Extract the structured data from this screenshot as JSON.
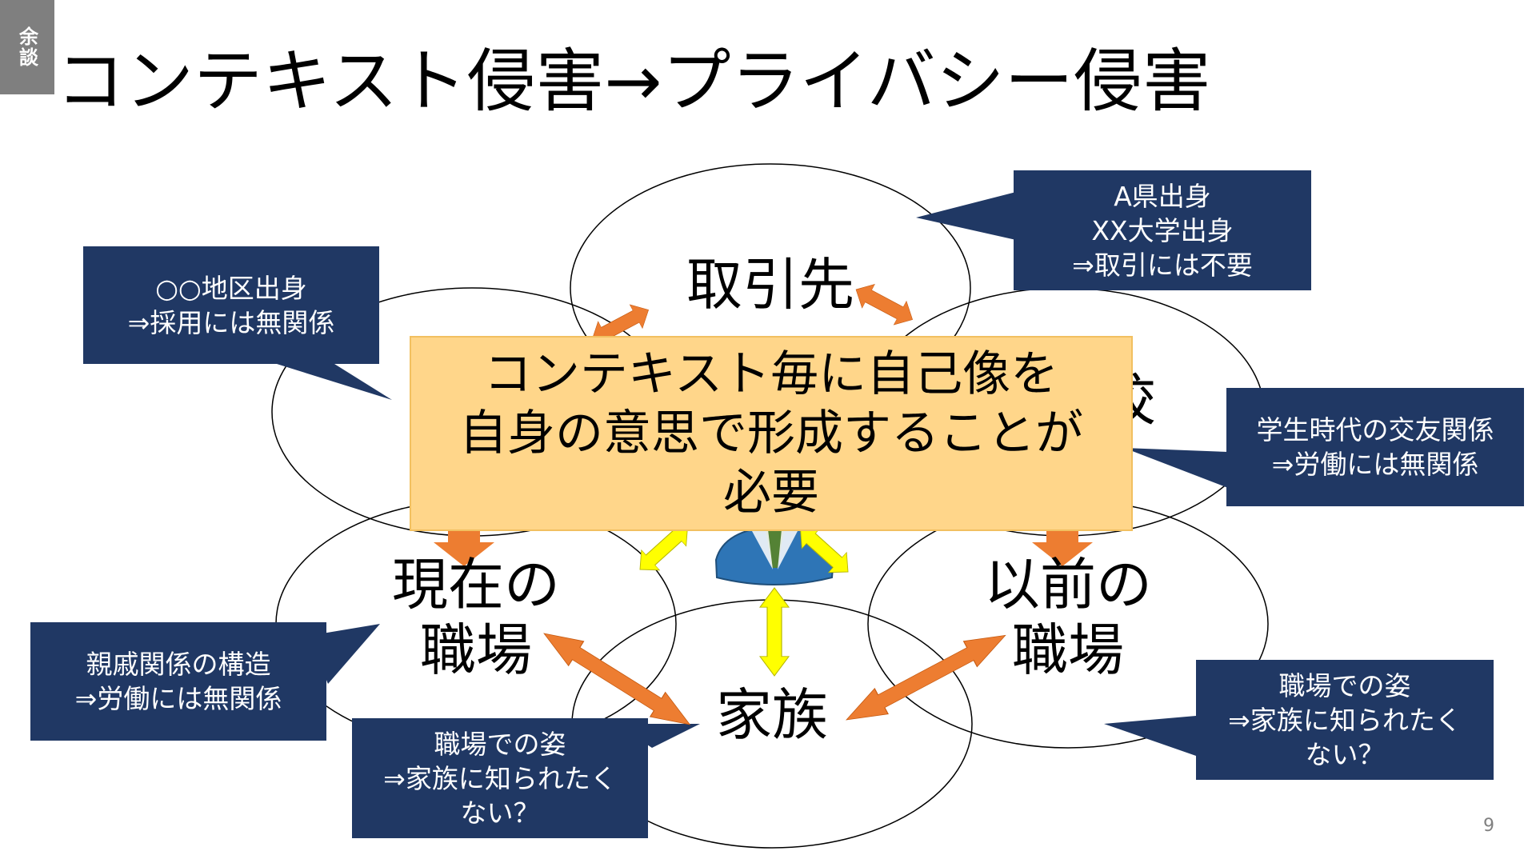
{
  "slide": {
    "badge": "余談",
    "title": "コンテキスト侵害→プライバシー侵害",
    "page_number": "9"
  },
  "contexts": [
    {
      "id": "business",
      "label": "取引先"
    },
    {
      "id": "school",
      "label": "学校"
    },
    {
      "id": "current-job",
      "label": "現在の\n職場"
    },
    {
      "id": "previous-job",
      "label": "以前の\n職場"
    },
    {
      "id": "family",
      "label": "家族"
    }
  ],
  "callouts": [
    {
      "id": "district",
      "text": "○○地区出身\n⇒採用には無関係"
    },
    {
      "id": "prefecture",
      "text": "A県出身\nXX大学出身\n⇒取引には不要"
    },
    {
      "id": "school-friends",
      "text": "学生時代の交友関係\n⇒労働には無関係"
    },
    {
      "id": "relatives",
      "text": "親戚関係の構造\n⇒労働には無関係"
    },
    {
      "id": "workplace-family-left",
      "text": "職場での姿\n⇒家族に知られたく\nない？"
    },
    {
      "id": "workplace-family-right",
      "text": "職場での姿\n⇒家族に知られたく\nない？"
    }
  ],
  "central_message": "コンテキスト毎に自己像を\n自身の意思で形成することが\n必要",
  "colors": {
    "callout_bg": "#203864",
    "message_bg": "#ffd68a",
    "orange_arrow": "#ed7d31",
    "yellow_arrow": "#ffff00",
    "person": "#2e75b6"
  }
}
